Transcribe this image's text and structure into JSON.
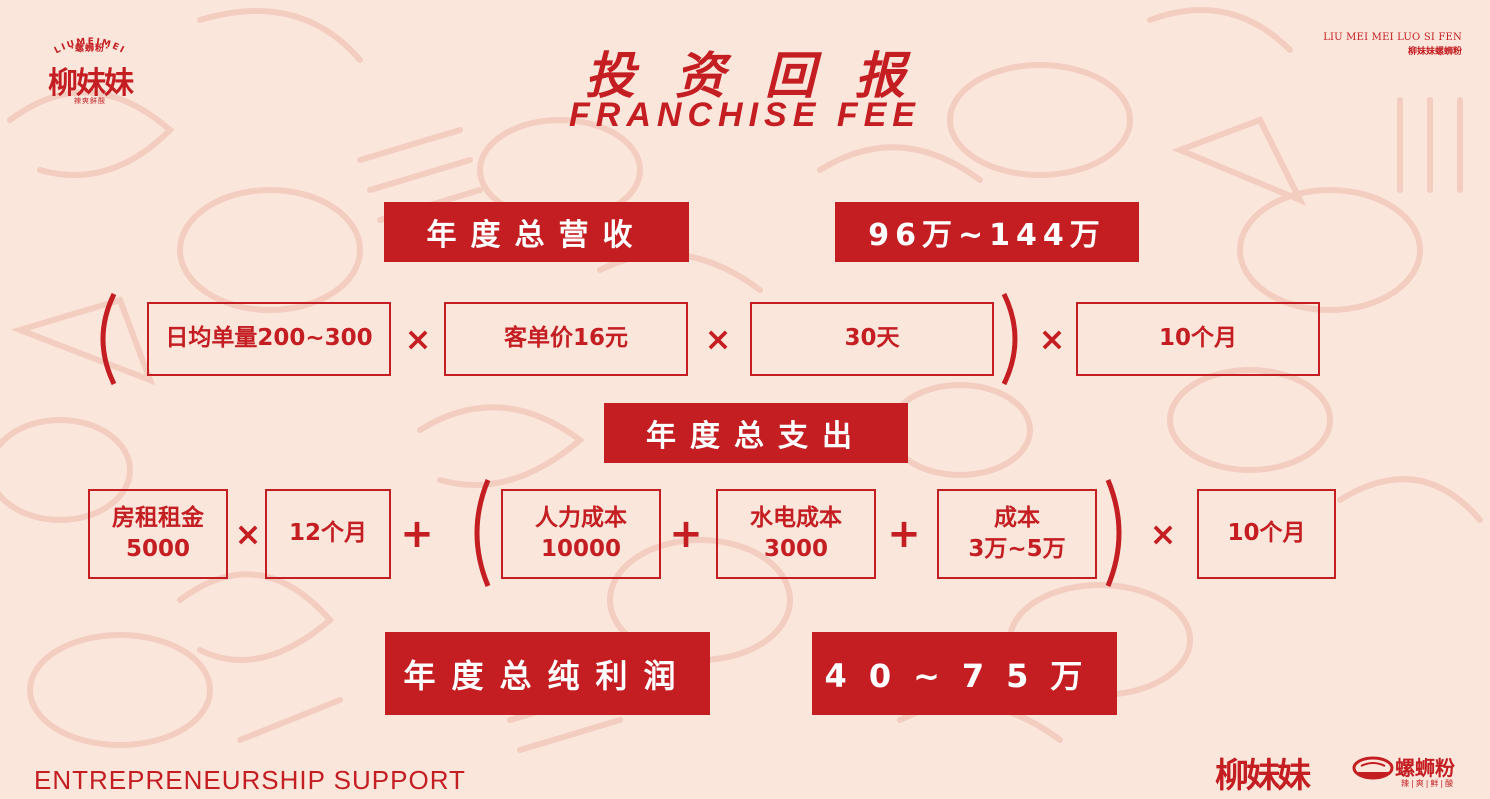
{
  "brand": {
    "arc_text": "LIUMEIMEI",
    "sub": "·螺蛳粉·",
    "name": "柳妹妹",
    "tagline": "辣爽鲜酸",
    "topright_en": "LIU MEI MEI LUO SI FEN",
    "topright_cn": "柳妹妹螺蛳粉",
    "footer_name": "柳妹妹",
    "footer_product": "螺蛳粉",
    "footer_tag": "辣|爽|鲜|酸"
  },
  "title": {
    "cn": "投资回报",
    "en": "FRANCHISE FEE"
  },
  "revenue": {
    "label": "年度总营收",
    "value": "96万~144万",
    "daily": "日均单量200~300",
    "unit_price": "客单价16元",
    "days": "30天",
    "months": "10个月",
    "times": "×"
  },
  "expense": {
    "label": "年度总支出",
    "rent_line1": "房租租金",
    "rent_line2": "5000",
    "rent_months": "12个月",
    "labor_line1": "人力成本",
    "labor_line2": "10000",
    "utility_line1": "水电成本",
    "utility_line2": "3000",
    "cost_line1": "成本",
    "cost_line2": "3万~5万",
    "months": "10个月",
    "plus": "+",
    "times": "×"
  },
  "profit": {
    "label": "年度总纯利润",
    "value": "40~75万"
  },
  "footer": {
    "text": "ENTREPRENEURSHIP SUPPORT"
  },
  "colors": {
    "background": "#fbe6dc",
    "accent": "#c41e22"
  }
}
